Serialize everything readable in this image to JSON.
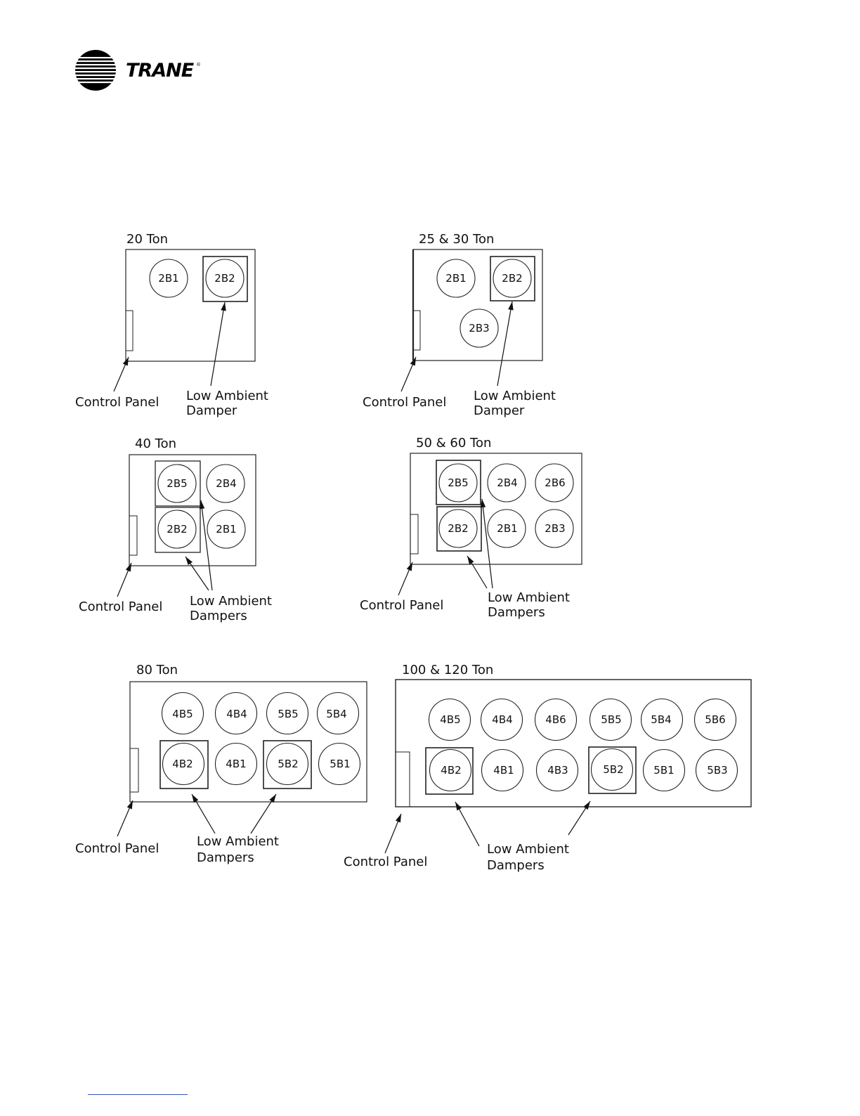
{
  "brand": {
    "name": "TRANE",
    "logo": "trane-logo"
  },
  "callout_labels": {
    "control_panel": "Control Panel",
    "low_ambient_damper": [
      "Low Ambient",
      "Damper"
    ],
    "low_ambient_dampers": [
      "Low Ambient",
      "Dampers"
    ]
  },
  "diagrams": [
    {
      "id": "20-ton",
      "title": "20 Ton",
      "fans": [
        "2B1",
        "2B2"
      ],
      "damper_fans": [
        "2B2"
      ]
    },
    {
      "id": "25-30-ton",
      "title": "25 & 30 Ton",
      "fans": [
        "2B1",
        "2B2",
        "2B3"
      ],
      "damper_fans": [
        "2B2"
      ]
    },
    {
      "id": "40-ton",
      "title": "40 Ton",
      "fans": [
        "2B5",
        "2B4",
        "2B2",
        "2B1"
      ],
      "damper_fans": [
        "2B5",
        "2B2"
      ]
    },
    {
      "id": "50-60-ton",
      "title": "50 & 60 Ton",
      "fans": [
        "2B5",
        "2B4",
        "2B6",
        "2B2",
        "2B1",
        "2B3"
      ],
      "damper_fans": [
        "2B5",
        "2B2"
      ]
    },
    {
      "id": "80-ton",
      "title": "80 Ton",
      "fans": [
        "4B5",
        "4B4",
        "5B5",
        "5B4",
        "4B2",
        "4B1",
        "5B2",
        "5B1"
      ],
      "damper_fans": [
        "4B2",
        "5B2"
      ]
    },
    {
      "id": "100-120-ton",
      "title": "100 & 120 Ton",
      "fans": [
        "4B5",
        "4B4",
        "4B6",
        "5B5",
        "5B4",
        "5B6",
        "4B2",
        "4B1",
        "4B3",
        "5B2",
        "5B1",
        "5B3"
      ],
      "damper_fans": [
        "4B2",
        "5B2"
      ]
    }
  ]
}
